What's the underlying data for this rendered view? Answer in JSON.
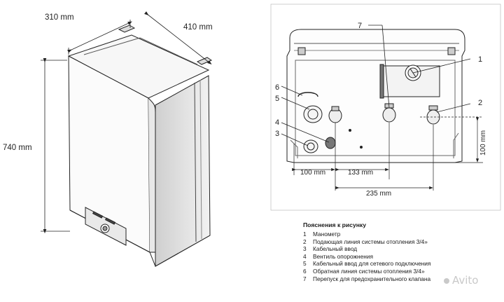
{
  "left_drawing": {
    "dim_width": "310 mm",
    "dim_depth": "410 mm",
    "dim_height": "740 mm"
  },
  "right_drawing": {
    "callouts": [
      "1",
      "2",
      "3",
      "4",
      "5",
      "6",
      "7"
    ],
    "dim_100_left": "100 mm",
    "dim_133": "133 mm",
    "dim_235": "235 mm",
    "dim_100_right": "100 mm"
  },
  "legend": {
    "title": "Пояснения к рисунку",
    "items": [
      {
        "num": "1",
        "text": "Манометр"
      },
      {
        "num": "2",
        "text": "Подающая линия системы отопления 3/4»"
      },
      {
        "num": "3",
        "text": "Кабельный ввод"
      },
      {
        "num": "4",
        "text": "Вентиль опорожнения"
      },
      {
        "num": "5",
        "text": "Кабельный ввод для сетевого подключения"
      },
      {
        "num": "6",
        "text": "Обратная линия системы отопления 3/4»"
      },
      {
        "num": "7",
        "text": "Перепуск для предохранительного клапана"
      }
    ]
  },
  "watermark": "Avito"
}
